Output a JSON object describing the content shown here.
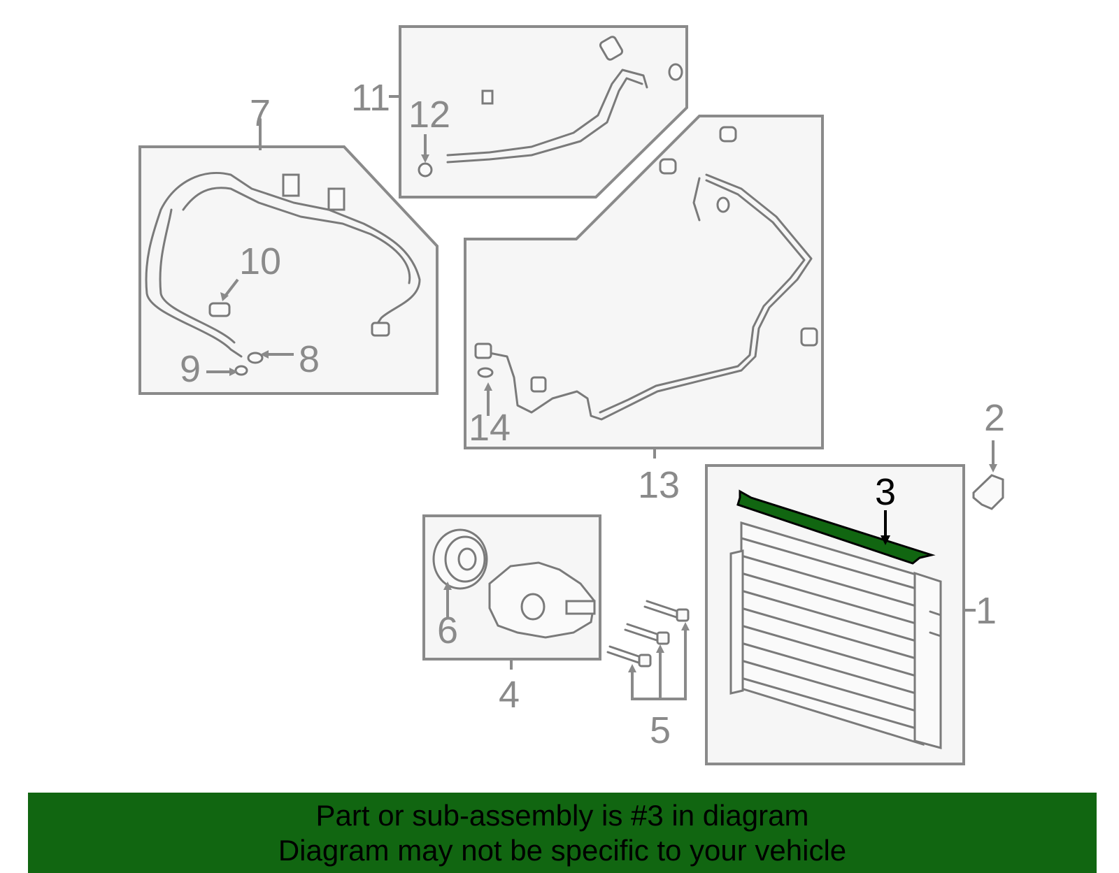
{
  "diagram": {
    "callouts": {
      "c1": "1",
      "c2": "2",
      "c3": "3",
      "c4": "4",
      "c5": "5",
      "c6": "6",
      "c7": "7",
      "c8": "8",
      "c9": "9",
      "c10": "10",
      "c11": "11",
      "c12": "12",
      "c13": "13",
      "c14": "14"
    },
    "highlighted_part": "3",
    "highlight_color": "#116611",
    "line_color": "#8a8a8a"
  },
  "banner": {
    "line1": "Part or sub-assembly is #3 in diagram",
    "line2": "Diagram may not be specific to your vehicle",
    "background": "#116611"
  }
}
